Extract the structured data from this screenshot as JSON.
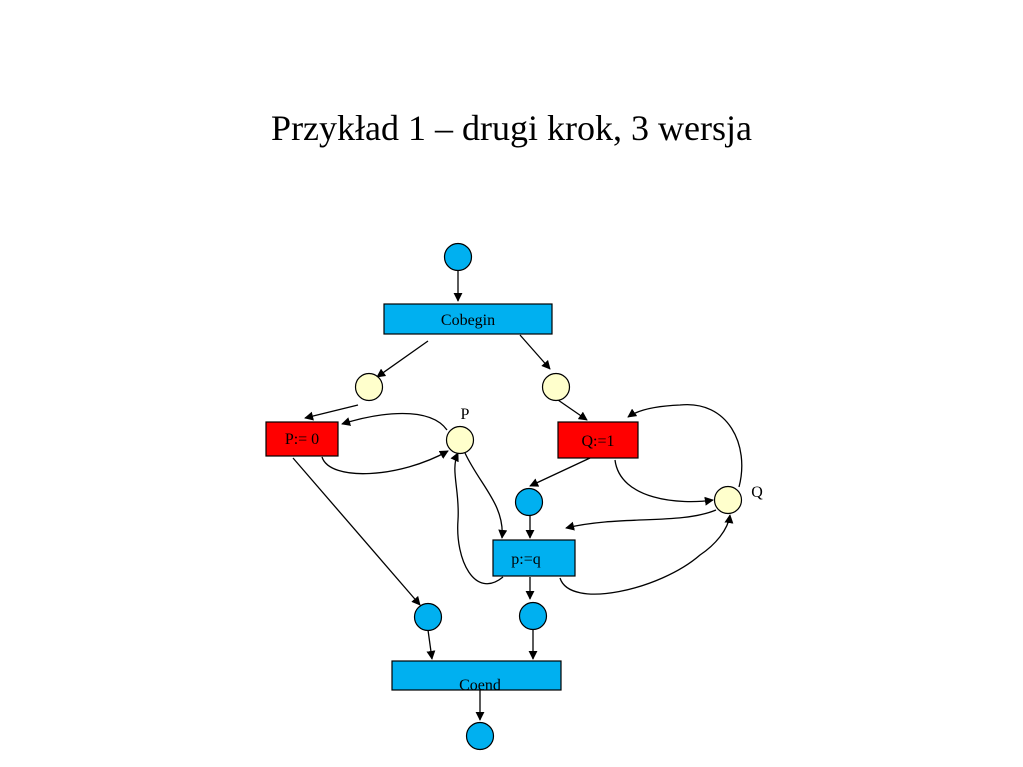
{
  "title": "Przykład 1 – drugi krok, 3 wersja",
  "colors": {
    "place_blue": "#00b0f0",
    "place_yellow": "#ffffcc",
    "transition_blue": "#00b0f0",
    "transition_red": "#ff0000"
  },
  "transitions": {
    "cobegin": "Cobegin",
    "p_assign": "P:= 0",
    "q_assign": "Q:=1",
    "pq_assign": "p:=q",
    "coend": "Coend"
  },
  "place_labels": {
    "p": "P",
    "q": "Q"
  }
}
